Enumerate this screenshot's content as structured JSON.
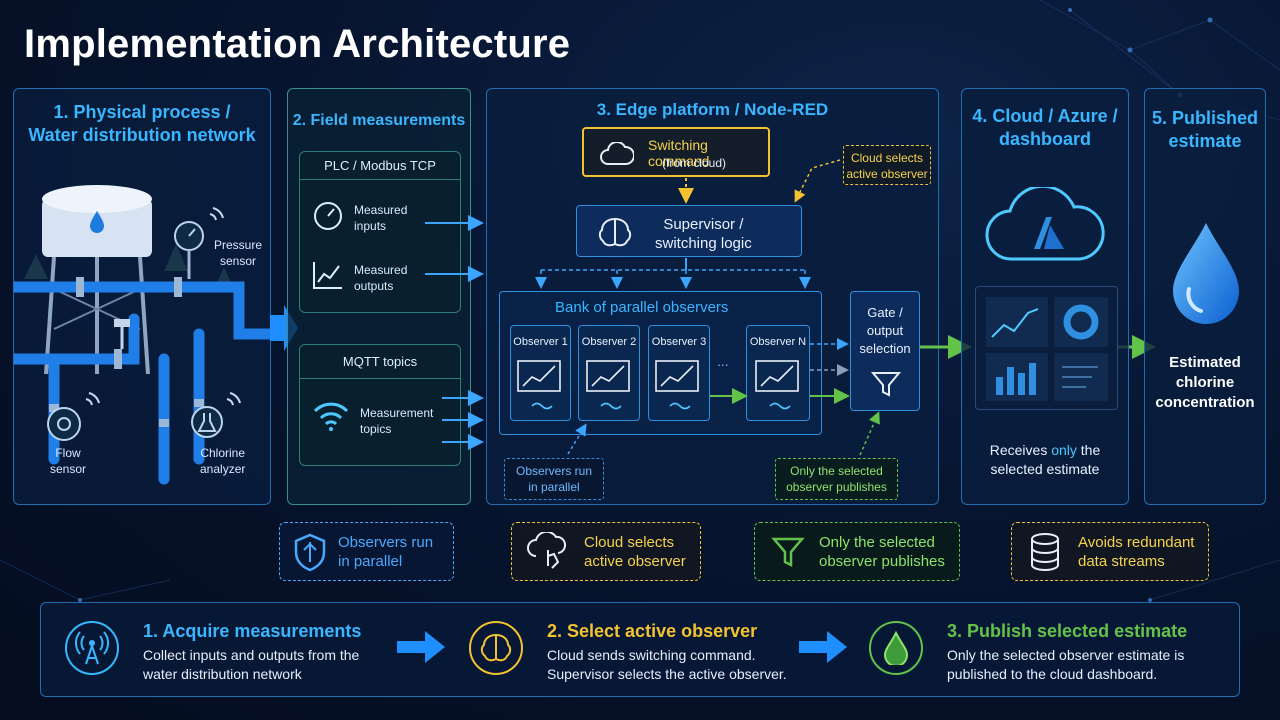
{
  "title": "Implementation Architecture",
  "panels": {
    "physical": {
      "title_line1": "1. Physical process /",
      "title_line2": "Water distribution network",
      "pressure_line1": "Pressure",
      "pressure_line2": "sensor",
      "flow_line1": "Flow",
      "flow_line2": "sensor",
      "chlorine_line1": "Chlorine",
      "chlorine_line2": "analyzer"
    },
    "field": {
      "title": "2. Field measurements",
      "plc_header": "PLC / Modbus TCP",
      "inputs_line1": "Measured",
      "inputs_line2": "inputs",
      "outputs_line1": "Measured",
      "outputs_line2": "outputs",
      "mqtt_header": "MQTT topics",
      "topics_line1": "Measurement",
      "topics_line2": "topics"
    },
    "edge": {
      "title": "3. Edge platform / Node-RED",
      "switching_line1": "Switching command",
      "switching_line2": "(from cloud)",
      "cloud_note_line1": "Cloud selects",
      "cloud_note_line2": "active observer",
      "supervisor_line1": "Supervisor /",
      "supervisor_line2": "switching logic",
      "bank_title": "Bank of parallel observers",
      "observers": [
        "Observer 1",
        "Observer 2",
        "Observer 3",
        "Observer N"
      ],
      "ellipsis": "...",
      "gate_line1": "Gate /",
      "gate_line2": "output",
      "gate_line3": "selection",
      "parallel_note_line1": "Observers run",
      "parallel_note_line2": "in parallel",
      "publish_note_line1": "Only the selected",
      "publish_note_line2": "observer publishes"
    },
    "cloud": {
      "title_line1": "4. Cloud / Azure /",
      "title_line2": "dashboard",
      "receives_line1_pre": "Receives ",
      "receives_line1_em": "only",
      "receives_line1_post": " the",
      "receives_line2": "selected estimate"
    },
    "published": {
      "title_line1": "5. Published",
      "title_line2": "estimate",
      "est_line1": "Estimated",
      "est_line2": "chlorine",
      "est_line3": "concentration"
    }
  },
  "badges": [
    {
      "line1": "Observers run",
      "line2": "in parallel",
      "icon": "shield-icon",
      "color": "#4aa8ff"
    },
    {
      "line1": "Cloud selects",
      "line2": "active observer",
      "icon": "cloud-click-icon",
      "color": "#f2c230"
    },
    {
      "line1": "Only the selected",
      "line2": "observer publishes",
      "icon": "filter-icon",
      "color": "#63c24a"
    },
    {
      "line1": "Avoids redundant",
      "line2": "data streams",
      "icon": "database-icon",
      "color": "#f2c230"
    }
  ],
  "steps": [
    {
      "title": "1. Acquire measurements",
      "desc_line1": "Collect inputs and outputs from the",
      "desc_line2": "water distribution network",
      "icon": "antenna-icon",
      "color": "#39b6ff"
    },
    {
      "title": "2. Select active observer",
      "desc_line1": "Cloud sends switching command.",
      "desc_line2": "Supervisor selects the active observer.",
      "icon": "brain-icon",
      "color": "#f2c230"
    },
    {
      "title": "3. Publish selected estimate",
      "desc_line1": "Only the selected observer estimate is",
      "desc_line2": "published to the cloud dashboard.",
      "icon": "droplet-icon",
      "color": "#63c24a"
    }
  ],
  "colors": {
    "accent_blue": "#39b6ff",
    "accent_yellow": "#f2c230",
    "accent_green": "#63c24a",
    "background": "#071530"
  }
}
